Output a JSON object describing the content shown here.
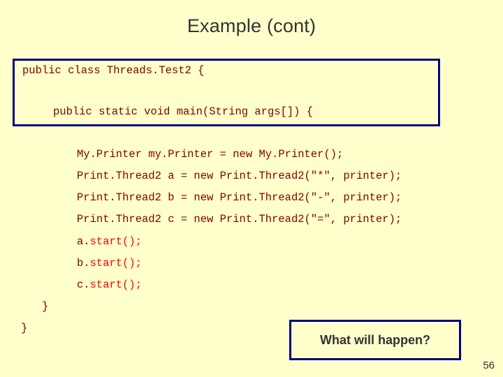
{
  "slide": {
    "title": "Example (cont)",
    "page_number": "56",
    "code_box": {
      "line1": "public class Threads.Test2 {",
      "line2": "public static void main(String args[]) {"
    },
    "body": {
      "myprinter": "My.Printer my.Printer = new My.Printer();",
      "thread_a": "Print.Thread2 a = new Print.Thread2(\"*\", printer);",
      "thread_b": "Print.Thread2 b = new Print.Thread2(\"-\", printer);",
      "thread_c": "Print.Thread2 c = new Print.Thread2(\"=\", printer);",
      "a_prefix": "a.",
      "a_call": "start();",
      "b_prefix": "b.",
      "b_call": "start();",
      "c_prefix": "c.",
      "c_call": "start();",
      "close_brace_inner": "}",
      "close_brace_outer": "}"
    },
    "callout": {
      "text": "What will happen?"
    },
    "colors": {
      "background": "#ffffcc",
      "code_text": "#800000",
      "highlight": "#ff0000",
      "border": "#000080",
      "title": "#333333"
    }
  }
}
